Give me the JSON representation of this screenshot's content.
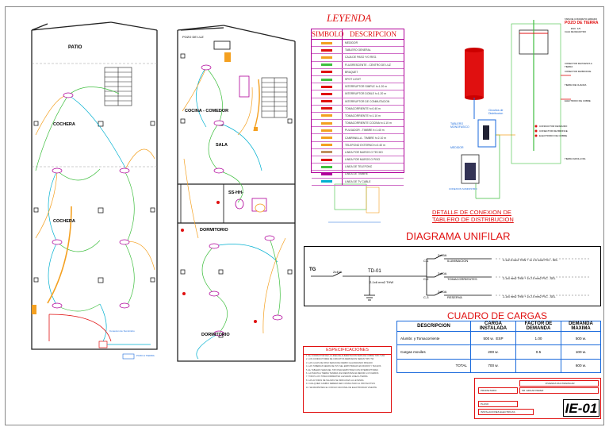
{
  "legend": {
    "title": "LEYENDA",
    "col_symbol": "SIMBOLO",
    "col_description": "DESCRIPCION",
    "items": [
      {
        "desc": "MEDIDOR",
        "color": "#f4a020"
      },
      {
        "desc": "TABLERO GENERAL",
        "color": "#e01010"
      },
      {
        "desc": "CAJA DE PASO Y/O REG.",
        "color": "#f4a020"
      },
      {
        "desc": "FLUORESCENTE - CENTRO DE LUZ",
        "color": "#3fbf3f"
      },
      {
        "desc": "BRAQUET",
        "color": "#e01010"
      },
      {
        "desc": "SPOT LIGHT",
        "color": "#3fbf3f"
      },
      {
        "desc": "INTERRUPTOR SIMPLE h=1.20 m",
        "color": "#e01010"
      },
      {
        "desc": "INTERRUPTOR DOBLE h=1.20 m",
        "color": "#e01010"
      },
      {
        "desc": "INTERRUPTOR DE CONMUTACION",
        "color": "#e01010"
      },
      {
        "desc": "TOMACORRIENTE h=0.40 m",
        "color": "#e01010"
      },
      {
        "desc": "TOMACORRIENTE h=1.10 m",
        "color": "#f4a020"
      },
      {
        "desc": "TOMACORRIENTE COCINA h=1.10 m",
        "color": "#f4a020"
      },
      {
        "desc": "PULSADOR - TIMBRE h=1.40 m",
        "color": "#f4a020"
      },
      {
        "desc": "CAMPANILLA - TIMBRE h=2.10 m",
        "color": "#f4a020"
      },
      {
        "desc": "TELEFONO EXTERNO h=0.40 m",
        "color": "#f4a020"
      },
      {
        "desc": "LINEA POR MUROS O TECHO",
        "color": "#c09060"
      },
      {
        "desc": "LINEA POR MUROS O PISO",
        "color": "#e01010"
      },
      {
        "desc": "LINEA DE TELEFONO",
        "color": "#3fbf3f"
      },
      {
        "desc": "LINEA DE TIMBRE",
        "color": "#b0009a"
      },
      {
        "desc": "LINEA DE TV CABLE",
        "color": "#00b0d0"
      }
    ]
  },
  "plan_left": {
    "patio": "PATIO",
    "cochera1": "COCHERA",
    "cochera2": "COCHERA",
    "medidor_note": "Conexion de Suministro",
    "pozo_note": "POZO A TIERRA"
  },
  "plan_right": {
    "pozo_luz": "POZO DE LUZ",
    "cocina_comedor": "COCINA - COMEDOR",
    "sala": "SALA",
    "sshh": "SS-HH-",
    "dormitorio1": "DORMITORIO",
    "dormitorio2": "DORMITORIO"
  },
  "detail": {
    "title1": "DETALLE DE CONEXION DE",
    "title2": "TABLERO DE DISTRIBUCION",
    "pozo_tierra": "POZO DE TIERRA",
    "pozo_sub": "ESC: 1/5",
    "circuito": "Circuitos de Distribucion",
    "tablero": "TABLERO MONOFASICO",
    "medidor": "MEDIDOR",
    "conexion": "CONEXION SUMINISTRO",
    "notes": [
      "CONDUCTOR DESNUDO",
      "CONECTOR DE BRONCE",
      "ELECTRODO DE COBRE"
    ],
    "pozo_labels": [
      "TAPA DE CONCRETO ARMADO",
      "CAJA DE REGISTRO",
      "CONECTOR DE PUESTA A TIERRA",
      "CONECTOR DE BRONCE",
      "TIERRA DE CHACRA",
      "ELECTRODO DE COBRE",
      "TIERRA ARCILLOSA"
    ]
  },
  "unifilar": {
    "title": "DIAGRAMA UNIFILAR",
    "tg": "TG",
    "td": "TD-01",
    "feeder": "2-1x6 mm2 THW",
    "breaker_main": "2x40A",
    "circuits": [
      {
        "id": "C-1",
        "breaker": "2x15A",
        "name": "ILUMINACION",
        "spec": "2-1x2.5 mm2 THW + 1x 2.5 mm2 PVC - SEL"
      },
      {
        "id": "C-2",
        "breaker": "2x20A",
        "name": "TOMACORRIENTES",
        "spec": "2-1x4 mm2 THW + 1x 2.5 mm2 PVC - SEL"
      },
      {
        "id": "C-3",
        "breaker": "2x20A",
        "name": "RESERVA",
        "spec": "2-1x4 mm2 THW + 1x 2.5 mm2 PVC - SEL"
      }
    ]
  },
  "loads": {
    "title": "CUADRO  DE  CARGAS",
    "headers": [
      "DESCRIPCION",
      "CARGA INSTALADA",
      "FACTOR DE DEMANDA",
      "DEMANDA MAXIMA"
    ],
    "rows": [
      {
        "desc": "Alumbr. y Tomacorriente",
        "carga": "500 w.",
        "extra": "ESP",
        "factor": "1.00",
        "demanda": "500 w."
      },
      {
        "desc": "Cargas moviles",
        "carga": "200 w.",
        "extra": "",
        "factor": "0.5",
        "demanda": "100 w."
      }
    ],
    "total_label": "TOTAL",
    "total_carga": "700 w.",
    "total_demanda": "600 w."
  },
  "specs": {
    "title": "ESPECIFICACIONES",
    "lines": [
      "1. EL CONDUCTOR DE LA LINEA DE ALIMENTACION SERA DE COBRE TIPO THW",
      "2. LOS CONDUCTORES DE CIRCUITOS DERIVADOS SERAN TIPO TW",
      "3. LAS CAJAS DE PASO SERAN DE FIERRO GALVANIZADO PESADO",
      "4. LAS TUBERIAS SERAN DE PVC SEL EMPOTRADAS EN MUROS Y TECHOS",
      "5. EL TABLERO SERA DEL TIPO PARA EMPOTRAR CON INTERRUPTORES",
      "6. LA PUESTA A TIERRA TENDRA UNA RESISTENCIA MENOR A 15 OHMIOS",
      "7. TODOS LOS TOMACORRIENTES LLEVARAN LINEA A TIERRA",
      "8. LAS ALTURAS DE SALIDAS SE INDICAN EN LA LEYENDA",
      "9. CUALQUIER CAMBIO DEBERA SER CONSULTADO AL PROYECTISTA",
      "10. SE RESPETARA EL CODIGO NACIONAL DE ELECTRICIDAD VIGENTE"
    ]
  },
  "title_block": {
    "project": "VIVIENDA MULTIFAMILIAR",
    "owner_label": "PROPIETARIO",
    "owner": "SR. EDGAR PEREZ",
    "plan_label": "PLANO",
    "plan": "INSTALACIONES ELECTRICAS",
    "sheet": "IE-01"
  }
}
